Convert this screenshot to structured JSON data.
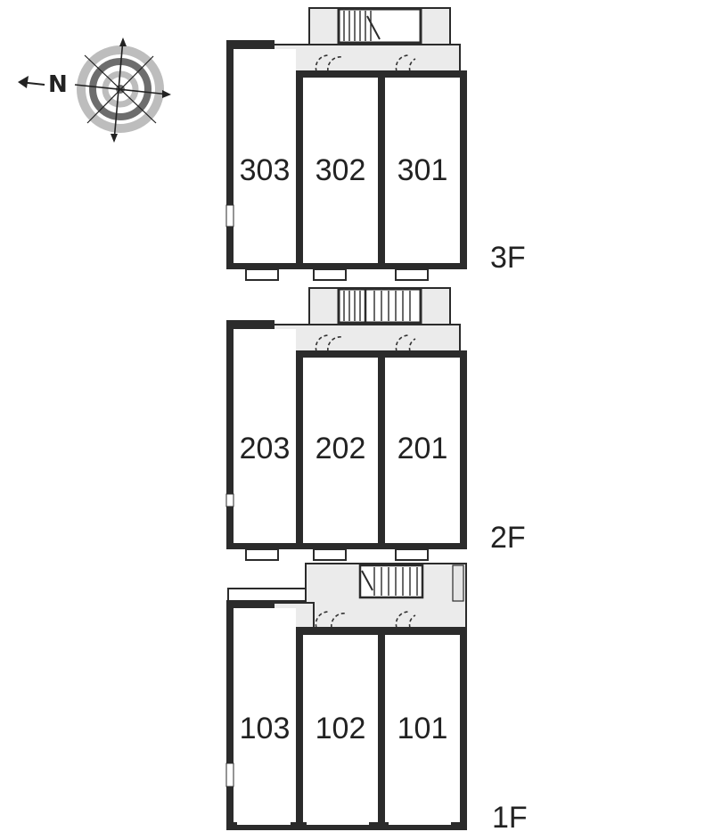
{
  "compass": {
    "north_label": "N",
    "icon": "compass-rose-icon"
  },
  "floors": [
    {
      "label": "3F",
      "units": [
        "303",
        "302",
        "301"
      ]
    },
    {
      "label": "2F",
      "units": [
        "203",
        "202",
        "201"
      ]
    },
    {
      "label": "1F",
      "units": [
        "103",
        "102",
        "101"
      ]
    }
  ]
}
